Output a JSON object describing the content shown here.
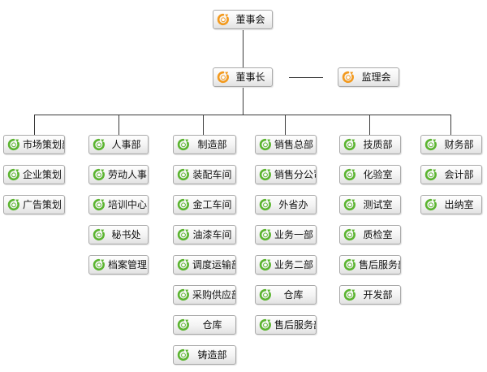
{
  "colors": {
    "icon_orange": "#f39a1e",
    "icon_green": "#5cb531",
    "line": "#3a3a3a",
    "border": "#a9a9a9"
  },
  "top": {
    "board": {
      "label": "董事会",
      "icon": "orange-swirl-icon"
    },
    "chairman": {
      "label": "董事长",
      "icon": "orange-swirl-icon"
    },
    "supervisory": {
      "label": "监理会",
      "icon": "orange-swirl-icon"
    }
  },
  "departments": [
    {
      "label": "市场策划部",
      "icon": "green-swirl-icon",
      "children": [
        "企业策划",
        "广告策划"
      ]
    },
    {
      "label": "人事部",
      "icon": "green-swirl-icon",
      "children": [
        "劳动人事",
        "培训中心",
        "秘书处",
        "档案管理"
      ]
    },
    {
      "label": "制造部",
      "icon": "green-swirl-icon",
      "children": [
        "装配车间",
        "金工车间",
        "油漆车间",
        "调度运输部",
        "采购供应部",
        "仓库",
        "铸造部"
      ]
    },
    {
      "label": "销售总部",
      "icon": "green-swirl-icon",
      "children": [
        "销售分公司",
        "外省办",
        "业务一部",
        "业务二部",
        "仓库",
        "售后服务部"
      ]
    },
    {
      "label": "技质部",
      "icon": "green-swirl-icon",
      "children": [
        "化验室",
        "测试室",
        "质检室",
        "售后服务部",
        "开发部"
      ]
    },
    {
      "label": "财务部",
      "icon": "green-swirl-icon",
      "children": [
        "会计部",
        "出纳室"
      ]
    }
  ]
}
